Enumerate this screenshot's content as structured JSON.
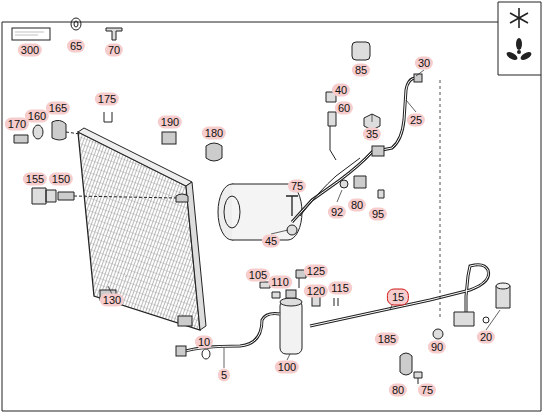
{
  "diagram": {
    "labels": [
      "300",
      "65",
      "70",
      "85",
      "30",
      "40",
      "60",
      "35",
      "25",
      "175",
      "165",
      "170",
      "160",
      "190",
      "180",
      "75",
      "92",
      "80",
      "95",
      "155",
      "150",
      "45",
      "105",
      "125",
      "110",
      "120",
      "115",
      "15",
      "130",
      "10",
      "185",
      "90",
      "20",
      "5",
      "100",
      "80",
      "75"
    ]
  }
}
